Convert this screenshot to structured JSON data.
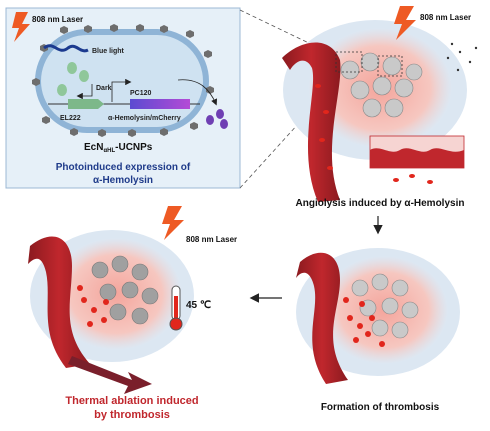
{
  "inset": {
    "laser_label": "808 nm Laser",
    "blue_light_label": "Blue light",
    "dark_label": "Dark",
    "promoter_label": "PC120",
    "gene_left": "EL222",
    "gene_right": "α-Hemolysin/mCherry",
    "strain_name_prefix": "EcN",
    "strain_name_sub": "αHL",
    "strain_name_suffix": "-UCNPs",
    "caption_line1": "Photoinduced expression of",
    "caption_line2": "α-Hemolysin"
  },
  "panels": {
    "angiolysis": {
      "laser_label": "808 nm Laser",
      "caption": "Angiolysis  induced by α-Hemolysin"
    },
    "thrombosis": {
      "caption": "Formation of thrombosis"
    },
    "ablation": {
      "laser_label": "808 nm Laser",
      "temperature_label": "45 ℃",
      "caption_line1": "Thermal ablation induced",
      "caption_line2": "by thrombosis"
    }
  },
  "colors": {
    "inset_bg": "#e6f0f8",
    "inset_border": "#9cb8d4",
    "caption_blue": "#1f3b8a",
    "vessel_red": "#c0272d",
    "vessel_dark": "#8b1a1f",
    "tumor_pink": "#f2b7b0",
    "tumor_gray": "#8a8a8a",
    "rbc_red": "#e1261c",
    "laser_orange": "#ee5a24",
    "ablation_text": "#c0272d",
    "arrow_maroon": "#7a1f2b"
  }
}
